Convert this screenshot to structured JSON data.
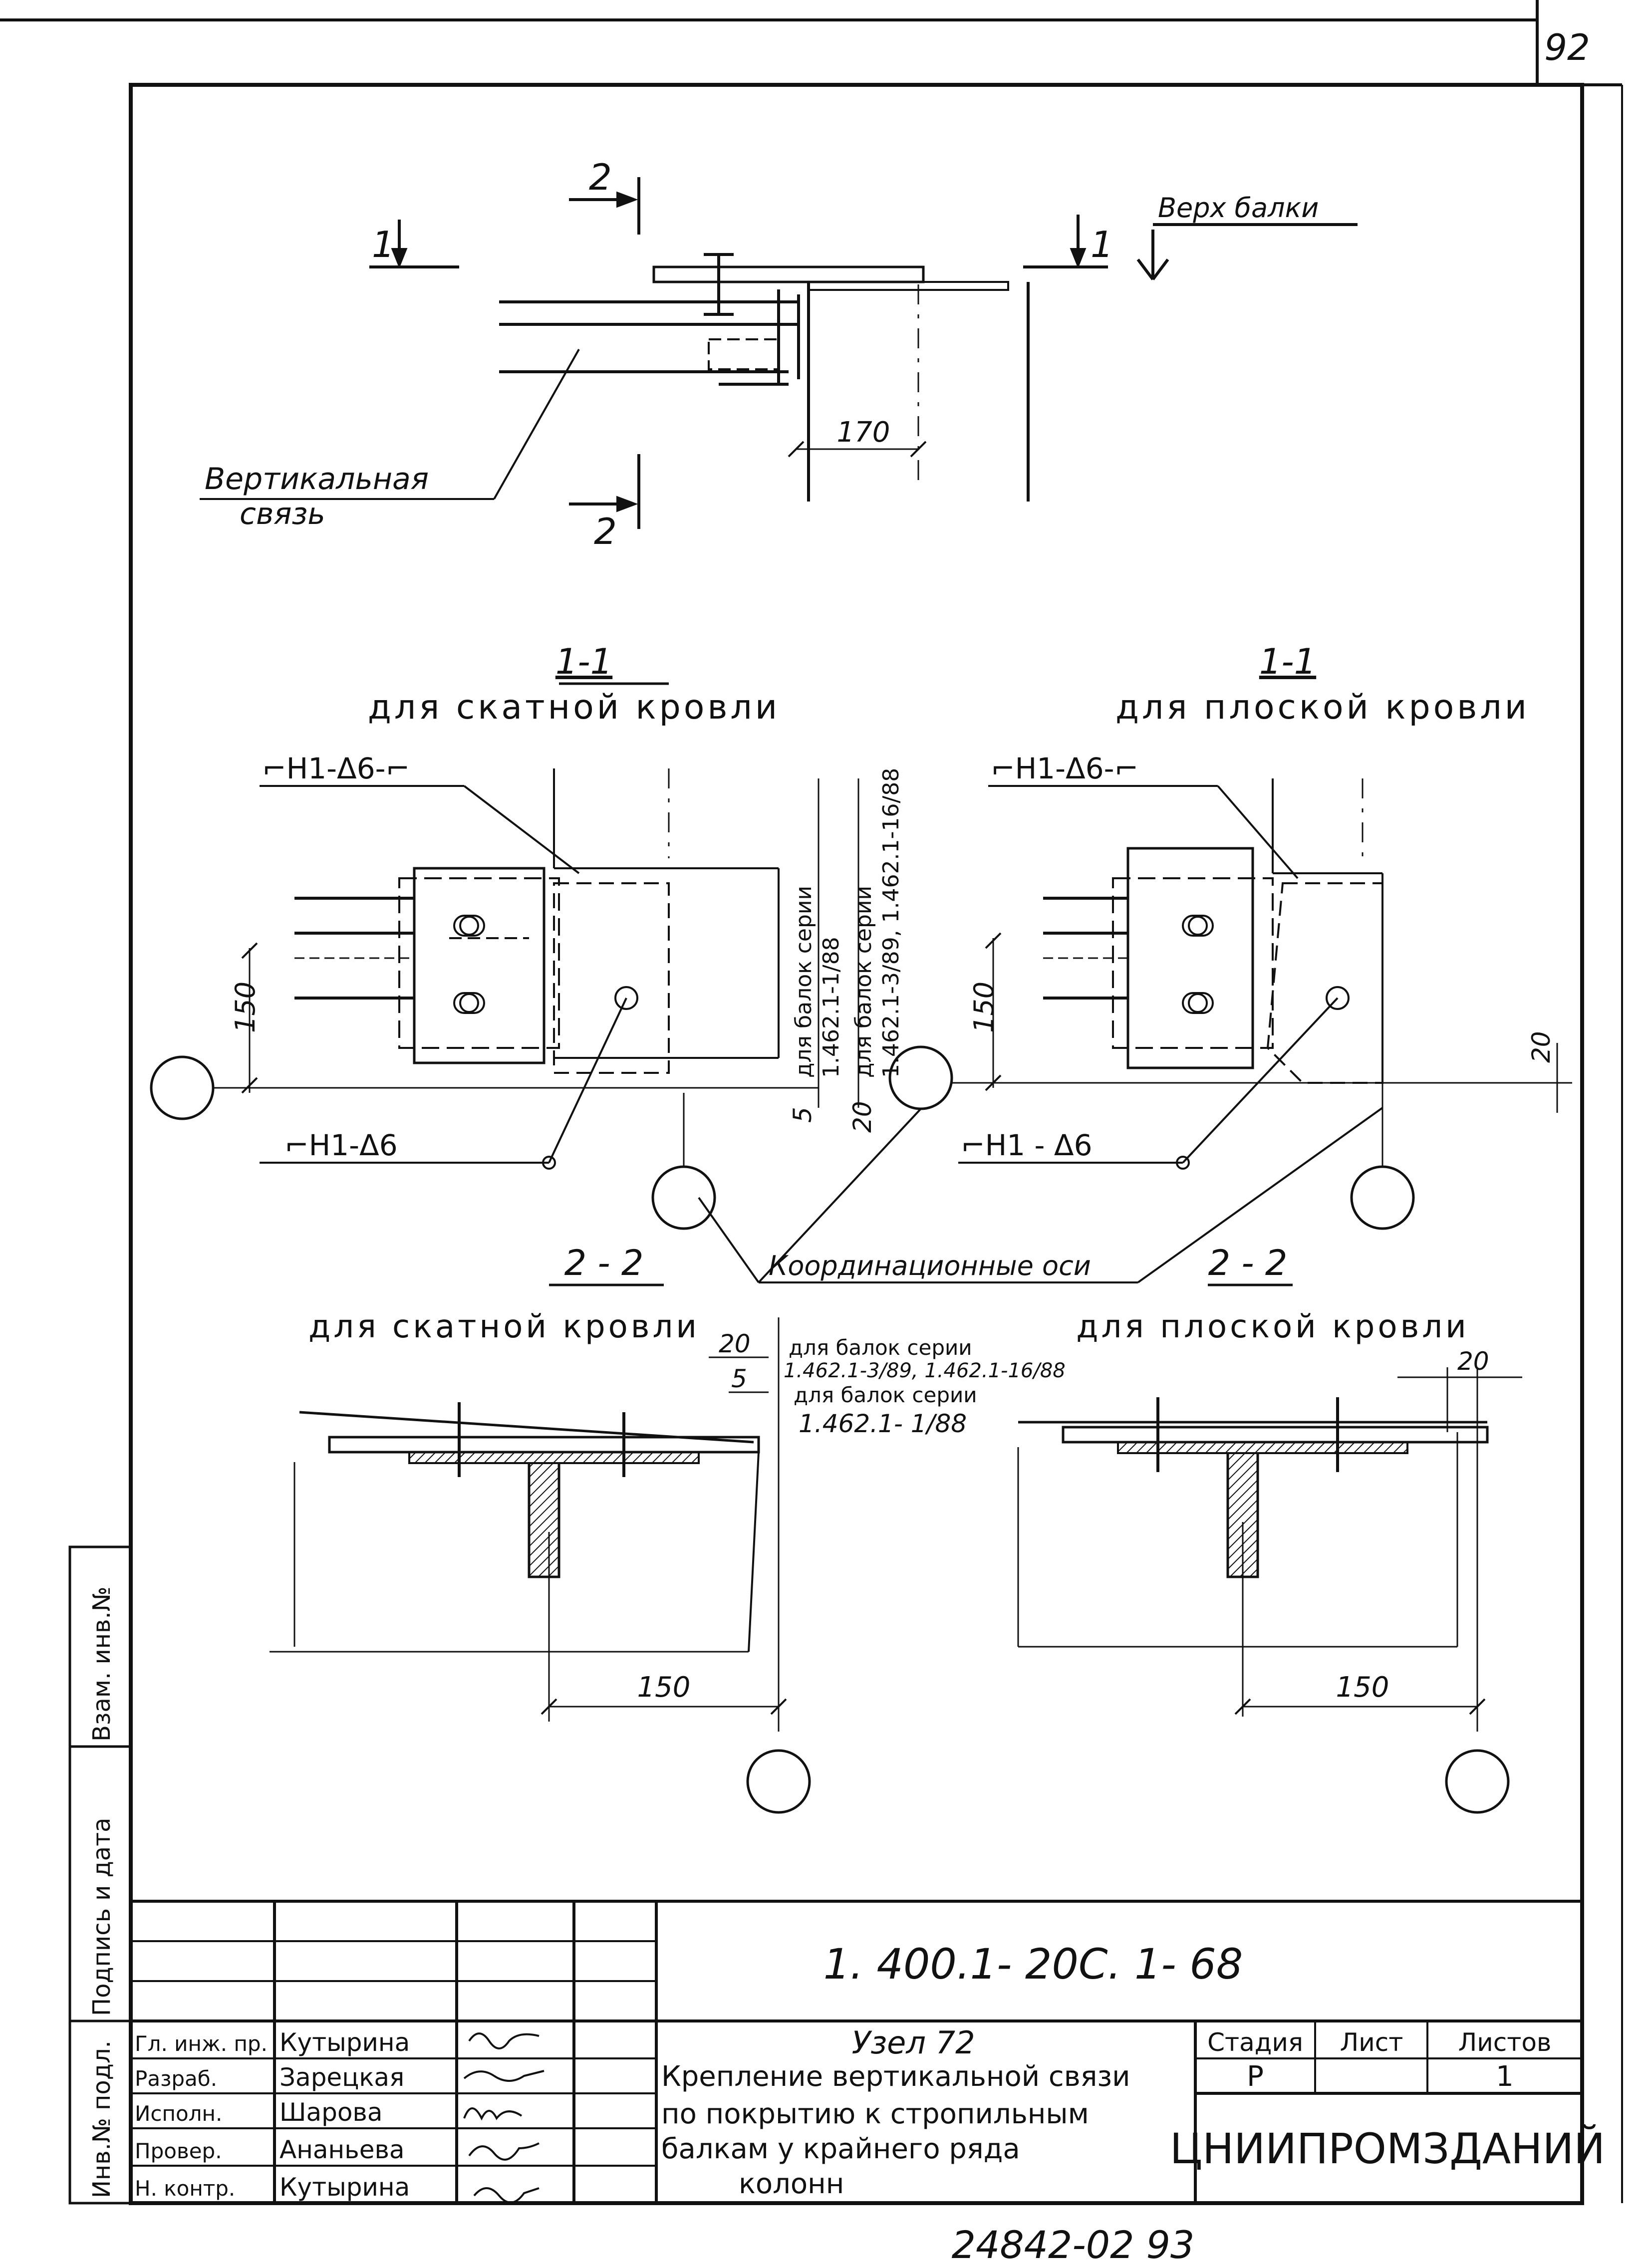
{
  "sheet": {
    "page_number": "92",
    "bottom_number": "24842-02  93"
  },
  "plan": {
    "cut_1_left": "1",
    "cut_1_right": "1",
    "cut_2_top": "2",
    "cut_2_bottom": "2",
    "top_of_beam": "Верх балки",
    "brace_label_1": "Вертикальная",
    "brace_label_2": "связь",
    "dim_170": "170"
  },
  "section_left": {
    "number": "1-1",
    "title": "для скатной кровли",
    "weld_top": "⌐Н1-Δ6-⌐",
    "weld_bottom": "⌐Н1-Δ6",
    "dim_150": "150",
    "dim_5": "5",
    "dim_20": "20",
    "series_note_1": "для балок серии",
    "series_note_2": "1.462.1-1/88",
    "series_note_3": "для балок серии",
    "series_note_4": "1.462.1-3/89, 1.462.1-16/88"
  },
  "section_right": {
    "number": "1-1",
    "title": "для плоской кровли",
    "weld_top": "⌐Н1-Δ6-⌐",
    "weld_bottom": "⌐Н1 - Δ6",
    "dim_150": "150",
    "dim_20": "20"
  },
  "coord_axes": "Координационные оси",
  "section2_left": {
    "number": "2 - 2",
    "title": "для скатной кровли",
    "dim_20": "20",
    "dim_5": "5",
    "note_1": "для балок серии",
    "note_2": "1.462.1-3/89, 1.462.1-16/88",
    "note_3": "для балок серии",
    "note_4": "1.462.1- 1/88",
    "dim_150": "150"
  },
  "section2_right": {
    "number": "2 - 2",
    "title": "для плоской кровли",
    "dim_20": "20",
    "dim_150": "150"
  },
  "side_stamp": {
    "inv_podl": "Инв.№ подл.",
    "podpis": "Подпись и дата",
    "vzam": "Взам. инв.№"
  },
  "title_block": {
    "designation": "1. 400.1- 20С. 1- 68",
    "node": "Узел 72",
    "description_1": "Крепление вертикальной связи",
    "description_2": "по покрытию к стропильным",
    "description_3": "балкам у крайнего ряда",
    "description_4": "колонн",
    "stage_header": "Стадия",
    "sheet_header": "Лист",
    "sheets_header": "Листов",
    "stage_value": "Р",
    "sheet_value": "",
    "sheets_value": "1",
    "organization": "ЦНИИПРОМЗДАНИЙ",
    "signers": [
      {
        "role": "Гл. инж. пр.",
        "name": "Кутырина"
      },
      {
        "role": "Разраб.",
        "name": "Зарецкая"
      },
      {
        "role": "Исполн.",
        "name": "Шарова"
      },
      {
        "role": "Провер.",
        "name": "Ананьева"
      },
      {
        "role": "Н. контр.",
        "name": "Кутырина"
      }
    ]
  }
}
